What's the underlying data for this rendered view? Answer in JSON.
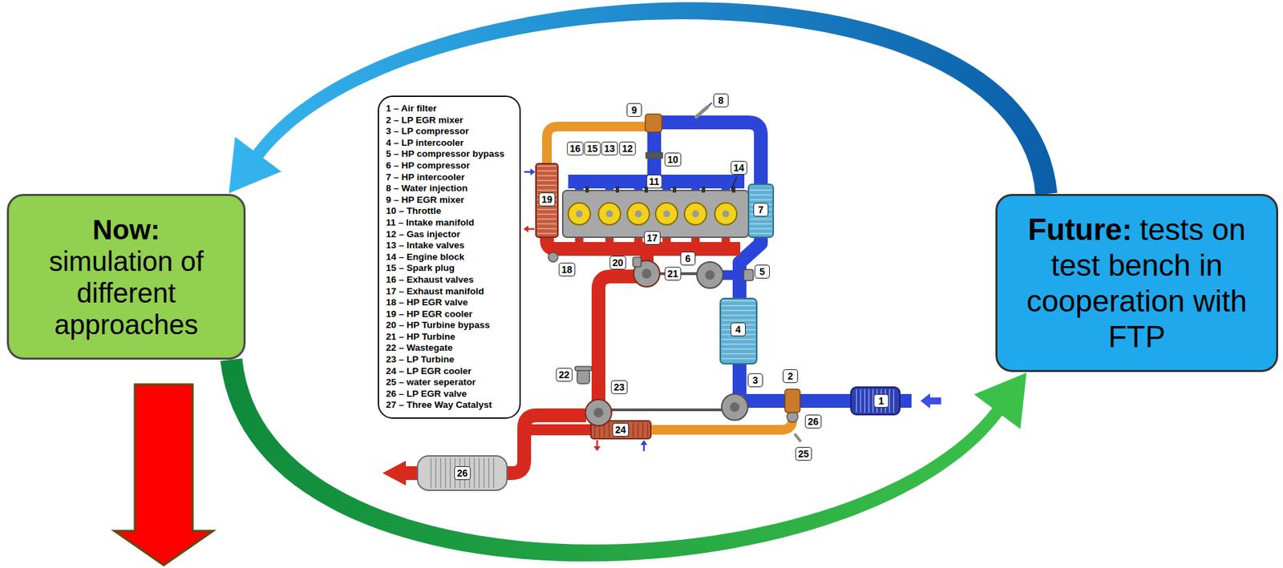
{
  "diagram": {
    "nodes": [
      {
        "text": [
          "Now:",
          "simulation of different approaches"
        ]
      },
      {
        "text": [
          "1 – Air filter",
          "2 – LP EGR mixer",
          "3 – LP compressor",
          "4 – LP intercooler",
          "5 – HP compressor bypass",
          "6 – HP compressor",
          "7 – HP intercooler",
          "8 – Water injection",
          "9 – HP EGR mixer",
          "10 – Throttle",
          "11 – Intake manifold",
          "12 – Gas injector",
          "13 – Intake valves",
          "14 – Engine block",
          "15 – Spark plug",
          "16 – Exhaust valves",
          "17 – Exhaust manifold",
          "18 – HP EGR valve",
          "19 – HP EGR cooler",
          "20 – HP Turbine bypass",
          "21 – HP Turbine",
          "22 – Wastegate",
          "23 – LP Turbine",
          "24 – LP EGR cooler",
          "25 – water seperator",
          "26 – LP EGR valve",
          "27 – Three Way Catalyst"
        ]
      },
      {
        "text": [
          "Future:",
          "tests on test bench in cooperation with FTP"
        ]
      }
    ],
    "edges": [
      {
        "from": 2,
        "to": 0,
        "arrow": "to"
      },
      {
        "from": 0,
        "to": 2,
        "arrow": "to"
      }
    ],
    "labels": [
      "1",
      "2",
      "3",
      "4",
      "5",
      "6",
      "7",
      "8",
      "9",
      "10",
      "11",
      "12",
      "13",
      "14",
      "15",
      "16",
      "17",
      "18",
      "19",
      "20",
      "21",
      "22",
      "23",
      "24",
      "25",
      "26",
      "26"
    ]
  }
}
